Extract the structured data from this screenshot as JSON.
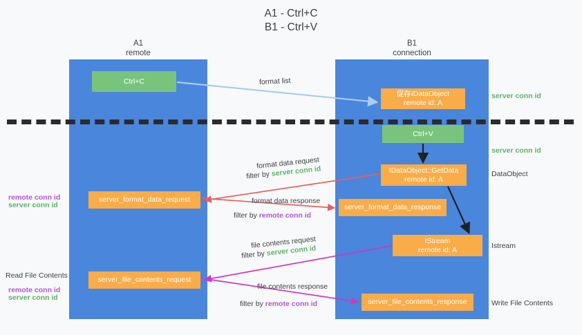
{
  "title": "A1 - Ctrl+C\nB1 - Ctrl+V",
  "colors": {
    "lane": "#4a86db",
    "green_box": "#79c47c",
    "orange_box": "#f9ac48",
    "server_conn_id": "#5bb368",
    "remote_conn_id": "#b455d6",
    "arrow_format_list": "#a8cdee",
    "arrow_format_data": "#e8605d",
    "arrow_file_contents": "#cc39c0",
    "arrow_black": "#202124",
    "background": "#f8f9fa"
  },
  "lanes": [
    {
      "name": "A1",
      "sub": "remote"
    },
    {
      "name": "B1",
      "sub": "connection"
    }
  ],
  "boxes": {
    "ctrl_c": "Ctrl+C",
    "ctrl_v": "Ctrl+V",
    "data_object_line1": "促存IDataObject",
    "data_object_line2": "remote id: A",
    "get_data_line1": "IDataObject::GetData",
    "get_data_line2": "remote id: A",
    "istream_line1": "IStream",
    "istream_line2": "remote id: A",
    "server_format_data_request": "server_format_data_request",
    "server_format_data_response": "server_format_data_response",
    "server_file_contents_request": "server_file_contents_request",
    "server_file_contents_response": "server_file_contents_response"
  },
  "flow_labels": {
    "format_list": "format list",
    "format_data_request": "format data request",
    "format_data_request_filter_prefix": "filter by ",
    "format_data_request_filter_key": "server conn id",
    "format_data_response": "format data response",
    "format_data_response_filter_prefix": "filter by ",
    "format_data_response_filter_key": "remote conn id",
    "file_contents_request": "file contents request",
    "file_contents_request_filter_prefix": "filter by ",
    "file_contents_request_filter_key": "server conn id",
    "file_contents_response": "file contents response",
    "file_contents_response_filter_prefix": "filter by ",
    "file_contents_response_filter_key": "remote conn id"
  },
  "right_annotations": {
    "server_conn_id_top": "server conn id",
    "server_conn_id_mid": "server conn id",
    "data_object": "DataObject",
    "istream": "Istream",
    "write_file_contents": "Write File Contents"
  },
  "left_annotations": {
    "remote_conn_id_1": "remote conn id",
    "server_conn_id_1": "server conn id",
    "read_file_contents": "Read File Contents",
    "remote_conn_id_2": "remote conn id",
    "server_conn_id_2": "server conn id"
  }
}
